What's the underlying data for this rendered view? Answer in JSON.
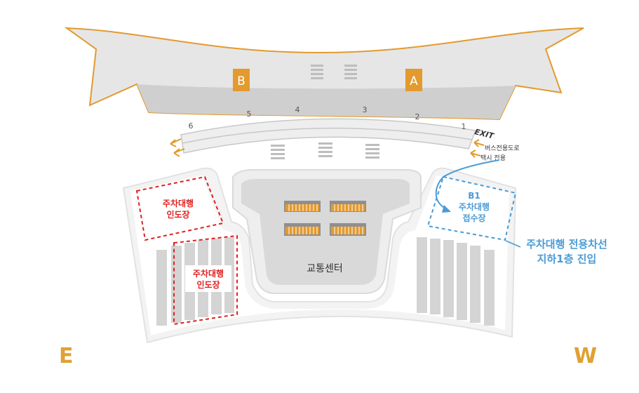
{
  "colors": {
    "orange": "#e39a2e",
    "red": "#e02020",
    "blue": "#4a9bd6",
    "gray_dark": "#c4c4c4",
    "gray_light": "#e9e9e9"
  },
  "terminal": {
    "gate_b": "B",
    "gate_a": "A",
    "curb_numbers": [
      "6",
      "5",
      "4",
      "3",
      "2",
      "1"
    ],
    "exit_label": "EXIT",
    "lane_bus": "버스전용도로",
    "lane_taxi": "택시 전용"
  },
  "valet_left_top": {
    "line1": "주차대행",
    "line2": "인도장"
  },
  "valet_left_bottom": {
    "line1": "주차대행",
    "line2": "인도장"
  },
  "valet_right": {
    "line1": "B1",
    "line2": "주차대행",
    "line3": "접수장"
  },
  "transport_center": "교통센터",
  "callout": {
    "line1": "주차대행 전용차선",
    "line2": "지하1층 진입"
  },
  "compass": {
    "east": "E",
    "west": "W"
  },
  "icons": {
    "arrow": "arrow-left-icon",
    "stairs": "stairs-icon"
  }
}
